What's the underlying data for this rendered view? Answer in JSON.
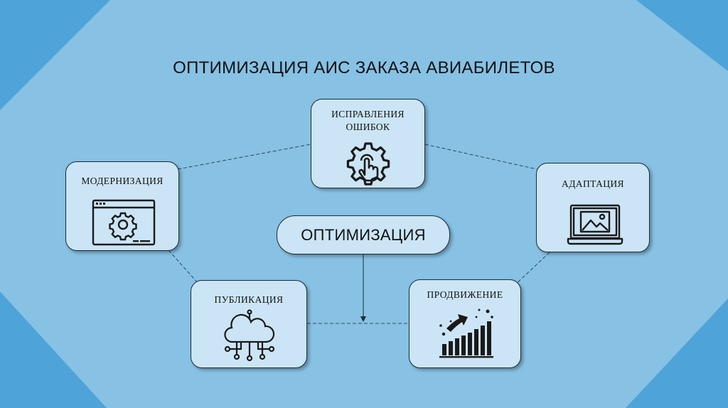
{
  "title": "ОПТИМИЗАЦИЯ АИС ЗАКАЗА АВИАБИЛЕТОВ",
  "center": "ОПТИМИЗАЦИЯ",
  "nodes": {
    "fix": {
      "label": "ИСПРАВЛЕНИЯ ОШИБОК",
      "icon": "gear-touch-icon"
    },
    "modern": {
      "label": "МОДЕРНИЗАЦИЯ",
      "icon": "browser-gear-icon"
    },
    "adapt": {
      "label": "АДАПТАЦИЯ",
      "icon": "laptop-image-icon"
    },
    "publish": {
      "label": "ПУБЛИКАЦИЯ",
      "icon": "cloud-network-icon"
    },
    "promo": {
      "label": "ПРОДВИЖЕНИЕ",
      "icon": "growth-chart-icon"
    }
  },
  "colors": {
    "background": "#87c1e4",
    "corner_triangle": "#4ea3d8",
    "box_fill": "#cbe5f6",
    "border": "#1d2a36"
  }
}
